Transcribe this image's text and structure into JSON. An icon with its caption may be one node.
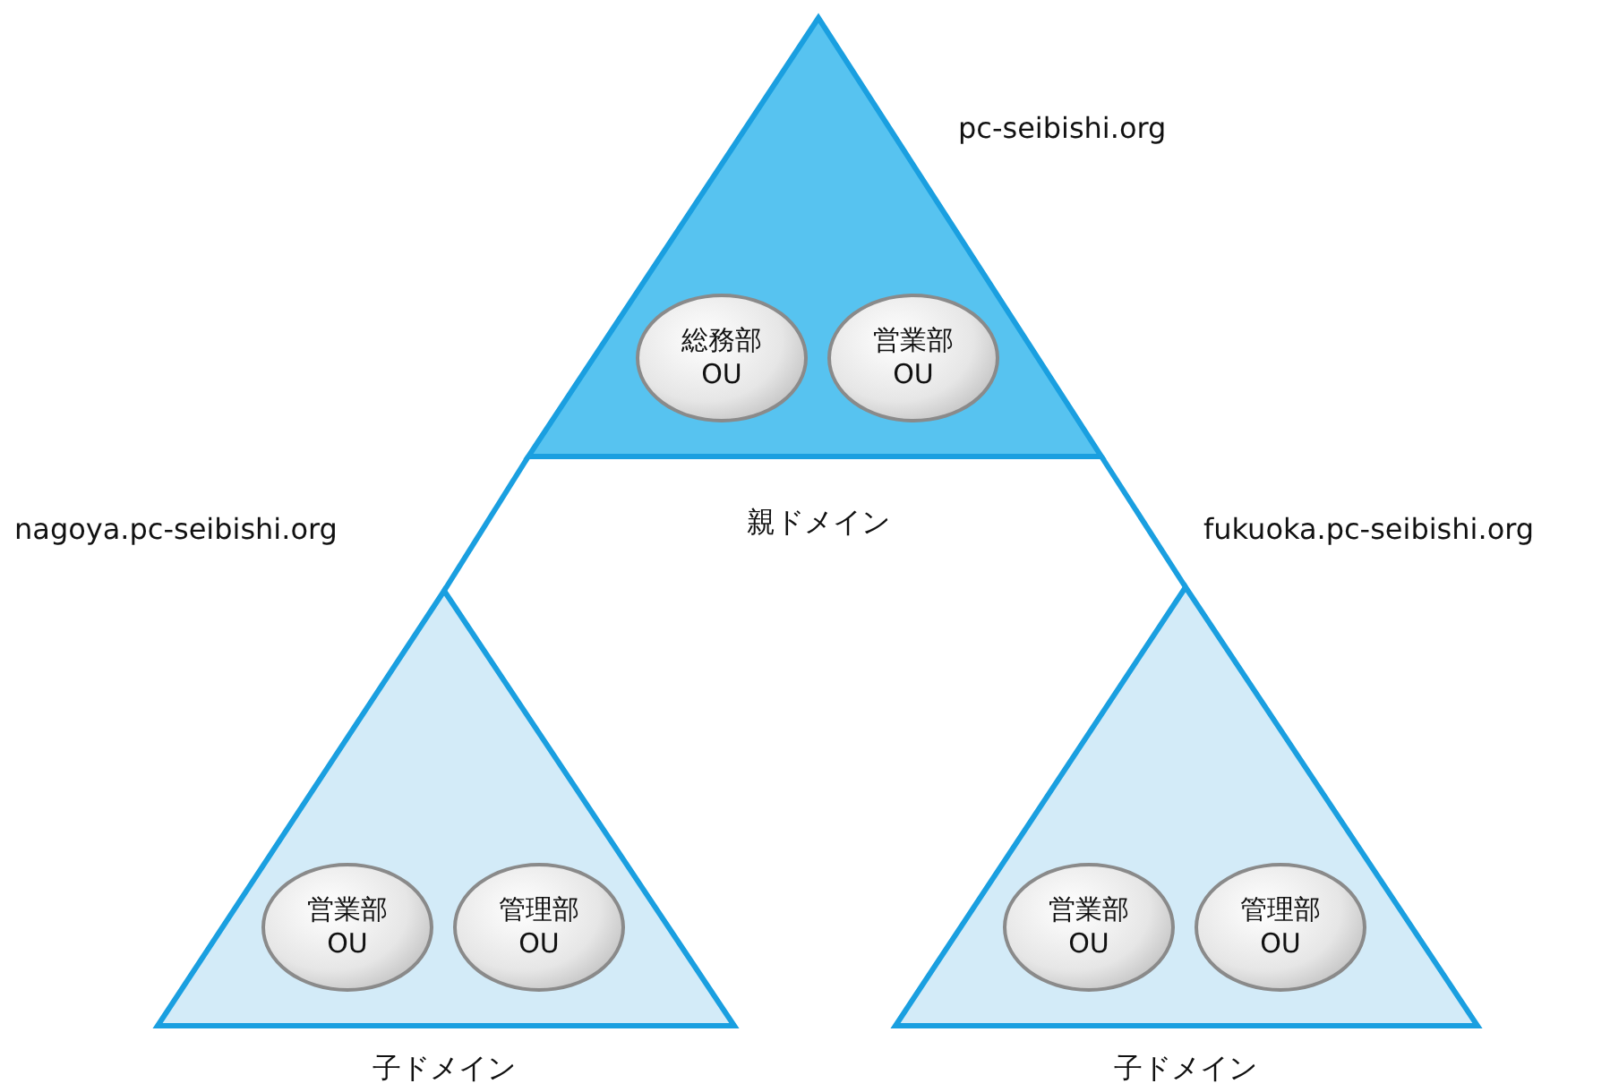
{
  "diagram": {
    "nodes": [
      {
        "text": [
          "親ドメイン"
        ],
        "beside": [
          "pc-seibishi.org"
        ]
      },
      {
        "text": [
          "総務部 OU"
        ],
        "in": 0
      },
      {
        "text": [
          "営業部 OU"
        ],
        "in": 0
      },
      {
        "text": [
          "子ドメイン"
        ],
        "beside": [
          "nagoya.pc-seibishi.org"
        ]
      },
      {
        "text": [
          "営業部 OU"
        ],
        "in": 3
      },
      {
        "text": [
          "管理部 OU"
        ],
        "in": 3
      },
      {
        "text": [
          "子ドメイン"
        ],
        "beside": [
          "fukuoka.pc-seibishi.org"
        ]
      },
      {
        "text": [
          "営業部 OU"
        ],
        "in": 6
      },
      {
        "text": [
          "管理部 OU"
        ],
        "in": 6
      }
    ],
    "edges": [
      {
        "from": 0,
        "to": 3,
        "arrow": "none"
      },
      {
        "from": 0,
        "to": 6,
        "arrow": "none"
      }
    ]
  }
}
